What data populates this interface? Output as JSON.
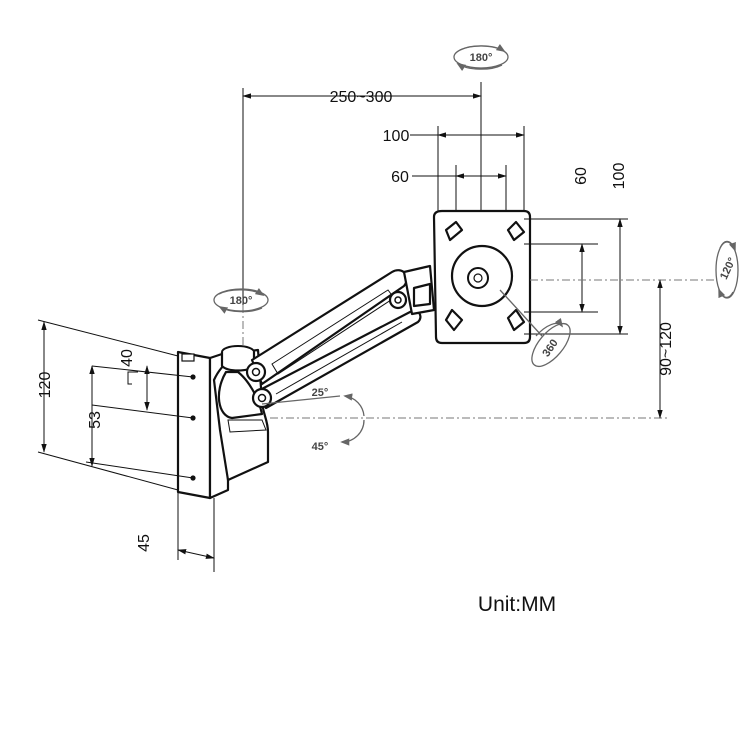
{
  "unit_label": "Unit:MM",
  "dimensions": {
    "reach": "250~300",
    "vesa_outer_w": "100",
    "vesa_inner_w": "60",
    "vesa_inner_h": "60",
    "vesa_outer_h": "100",
    "height_adjust": "90~120",
    "wall_plate_h": "120",
    "hole_spacing_top": "40",
    "hole_spacing_bottom": "53",
    "plate_depth": "45"
  },
  "angles": {
    "head_swivel_top": "180°",
    "head_tilt_right": "120°",
    "rotation": "360",
    "base_swivel": "180°",
    "tilt_up": "25°",
    "tilt_down": "45°"
  }
}
